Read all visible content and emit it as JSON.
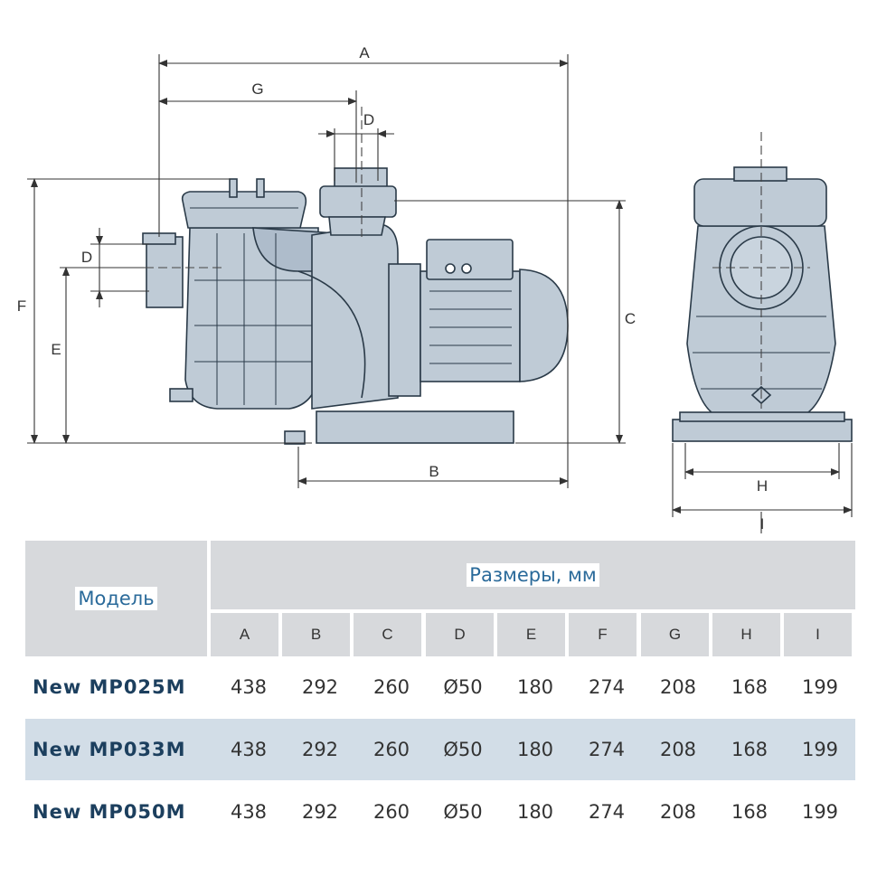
{
  "dimensions": {
    "A": "A",
    "B": "B",
    "C": "C",
    "D": "D",
    "E": "E",
    "F": "F",
    "G": "G",
    "H": "H",
    "I": "I"
  },
  "table": {
    "model_header": "Модель",
    "group_header": "Размеры, мм",
    "columns": [
      "A",
      "B",
      "C",
      "D",
      "E",
      "F",
      "G",
      "H",
      "I"
    ],
    "rows": [
      {
        "model": "New MP025M",
        "values": [
          "438",
          "292",
          "260",
          "Ø50",
          "180",
          "274",
          "208",
          "168",
          "199"
        ]
      },
      {
        "model": "New MP033M",
        "values": [
          "438",
          "292",
          "260",
          "Ø50",
          "180",
          "274",
          "208",
          "168",
          "199"
        ]
      },
      {
        "model": "New MP050M",
        "values": [
          "438",
          "292",
          "260",
          "Ø50",
          "180",
          "274",
          "208",
          "168",
          "199"
        ]
      }
    ]
  },
  "colors": {
    "body_fill": "#bfcbd6",
    "outline": "#2a3a48",
    "header_bg": "#d7d9dc",
    "highlight_row": "#d2dde7",
    "accent_text": "#2a6a9a",
    "model_text": "#1c3f5e"
  }
}
